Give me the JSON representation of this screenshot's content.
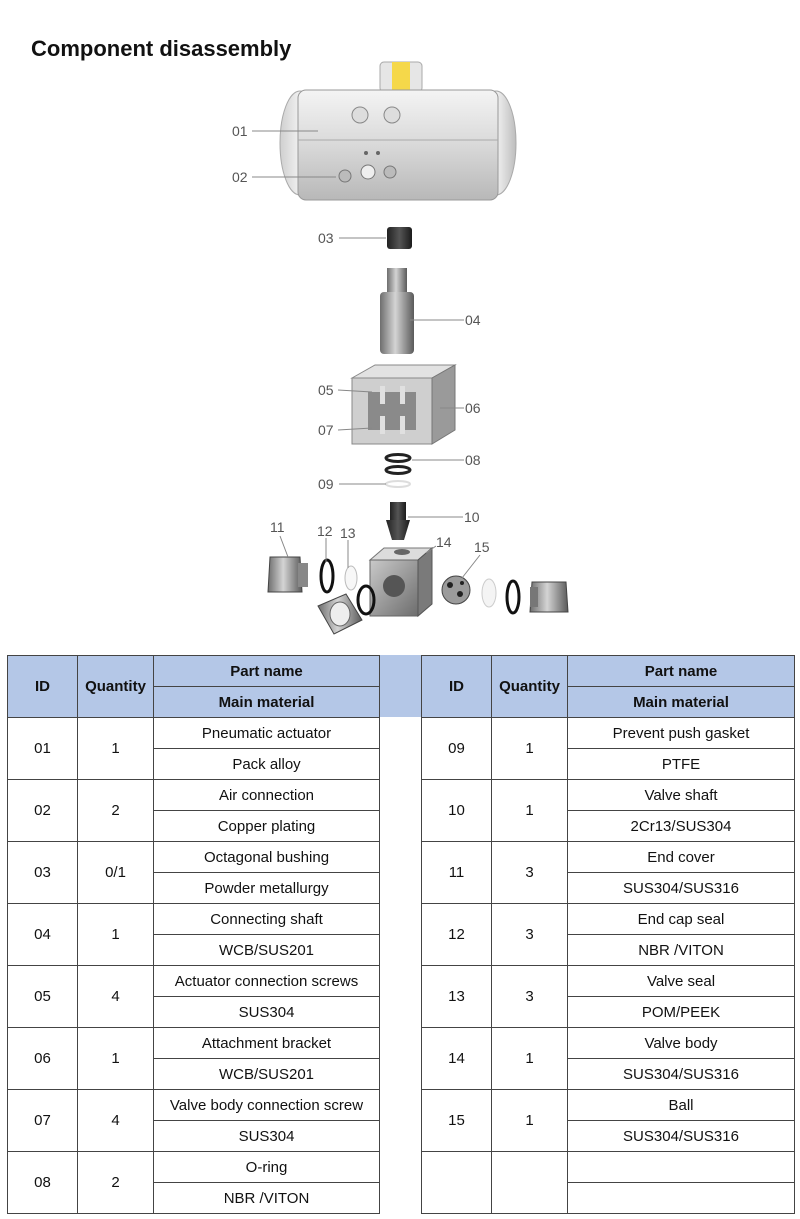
{
  "title": "Component disassembly",
  "callouts": [
    "01",
    "02",
    "03",
    "04",
    "05",
    "06",
    "07",
    "08",
    "09",
    "10",
    "11",
    "12",
    "13",
    "14",
    "15"
  ],
  "table": {
    "headers": {
      "id": "ID",
      "quantity": "Quantity",
      "part_name": "Part name",
      "material": "Main material"
    },
    "left": [
      {
        "id": "01",
        "qty": "1",
        "name": "Pneumatic actuator",
        "material": "Pack alloy"
      },
      {
        "id": "02",
        "qty": "2",
        "name": "Air connection",
        "material": "Copper plating"
      },
      {
        "id": "03",
        "qty": "0/1",
        "name": "Octagonal bushing",
        "material": "Powder metallurgy"
      },
      {
        "id": "04",
        "qty": "1",
        "name": "Connecting shaft",
        "material": "WCB/SUS201"
      },
      {
        "id": "05",
        "qty": "4",
        "name": "Actuator connection screws",
        "material": "SUS304"
      },
      {
        "id": "06",
        "qty": "1",
        "name": "Attachment bracket",
        "material": "WCB/SUS201"
      },
      {
        "id": "07",
        "qty": "4",
        "name": "Valve body connection screw",
        "material": "SUS304"
      },
      {
        "id": "08",
        "qty": "2",
        "name": "O-ring",
        "material": "NBR /VITON"
      }
    ],
    "right": [
      {
        "id": "09",
        "qty": "1",
        "name": "Prevent push gasket",
        "material": "PTFE"
      },
      {
        "id": "10",
        "qty": "1",
        "name": "Valve shaft",
        "material": "2Cr13/SUS304"
      },
      {
        "id": "11",
        "qty": "3",
        "name": "End cover",
        "material": "SUS304/SUS316"
      },
      {
        "id": "12",
        "qty": "3",
        "name": "End cap seal",
        "material": "NBR /VITON"
      },
      {
        "id": "13",
        "qty": "3",
        "name": "Valve seal",
        "material": "POM/PEEK"
      },
      {
        "id": "14",
        "qty": "1",
        "name": "Valve body",
        "material": "SUS304/SUS316"
      },
      {
        "id": "15",
        "qty": "1",
        "name": "Ball",
        "material": "SUS304/SUS316"
      },
      {
        "id": "",
        "qty": "",
        "name": "",
        "material": ""
      }
    ]
  }
}
